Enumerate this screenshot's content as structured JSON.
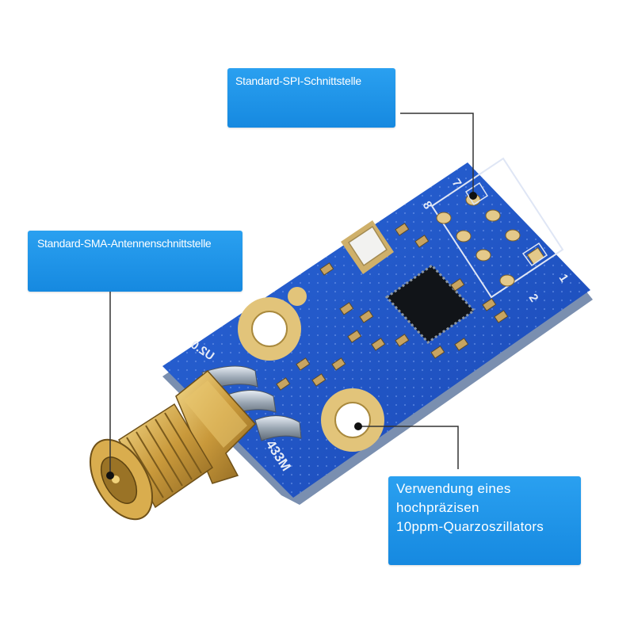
{
  "callouts": {
    "spi": {
      "label": "Standard-SPI-Schnittstelle"
    },
    "sma": {
      "label": "Standard-SMA-Antennenschnittstelle"
    },
    "oscillator": {
      "lines": [
        "Verwendung eines",
        "hochpräzisen",
        "10ppm-Quarzoszillators"
      ]
    }
  },
  "board": {
    "silkscreen_version": "U2.0",
    "silkscreen_band": "433M",
    "pin_numbers": [
      "1",
      "2",
      "7",
      "8"
    ]
  },
  "colors": {
    "callout_bg": "#1a8fe6",
    "pcb_blue": "#1e55c8",
    "pad_gold": "#d9b56a",
    "connector_gold": "#c8a040"
  }
}
